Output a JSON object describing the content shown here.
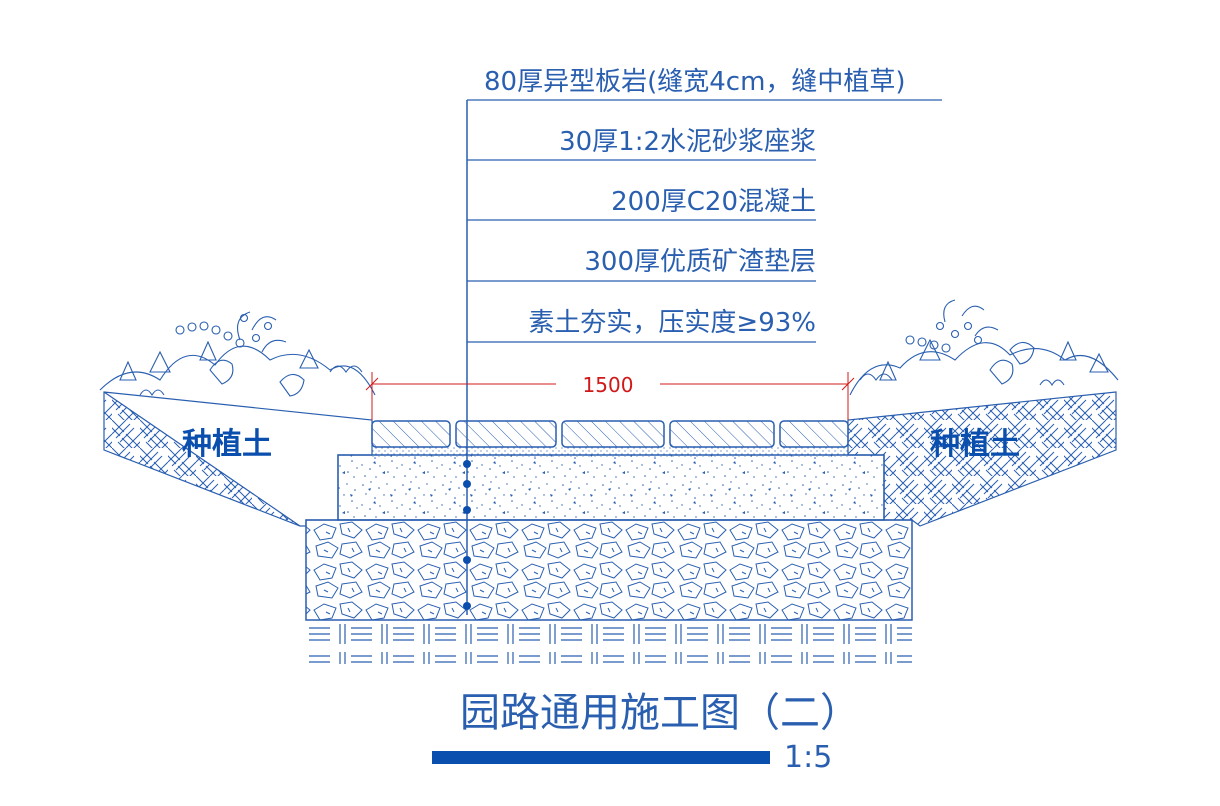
{
  "layers": [
    {
      "label": "80厚异型板岩(缝宽4cm，缝中植草)"
    },
    {
      "label": "30厚1:2水泥砂浆座浆"
    },
    {
      "label": "200厚C20混凝土"
    },
    {
      "label": "300厚优质矿渣垫层"
    },
    {
      "label": "素土夯实，压实度≥93%"
    }
  ],
  "soil_left": "种植土",
  "soil_right": "种植土",
  "dimension": "1500",
  "title": "园路通用施工图（二）",
  "scale": "1:5",
  "colors": {
    "line": "#2a5fb0",
    "accent": "#0b4fae",
    "dimension": "#d01818"
  }
}
